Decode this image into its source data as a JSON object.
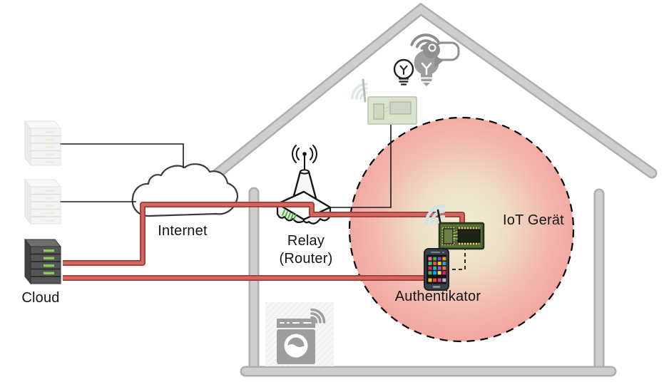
{
  "diagram": {
    "labels": {
      "internet": "Internet",
      "relay_line1": "Relay",
      "relay_line2": "(Router)",
      "cloud": "Cloud",
      "iot_device": "IoT Gerät",
      "authenticator": "Authentikator"
    },
    "colors": {
      "secure_connection_red": "#c0504d",
      "plain_connection_black": "#1a1a1a",
      "house_gray": "#c7c7c7",
      "zone_center": "#eef1d5",
      "zone_edge_pink": "#f1a19b",
      "zone_border": "#000000",
      "pcb_green": "#50682e",
      "wifi_arc_blue": "#cde4eb",
      "led_green": "#8bc95e"
    },
    "icons": [
      "server-icon",
      "server-icon",
      "cloud-server-icon",
      "internet-cloud-icon",
      "antenna-signal-icon",
      "router-icon",
      "iot-board-ghost-icon",
      "iot-board-icon",
      "wifi-signal-icon",
      "smartphone-icon",
      "washing-machine-icon",
      "smart-bulb-icon",
      "house-outline"
    ],
    "connections": [
      {
        "from": "server-1",
        "to": "internet-cloud",
        "type": "plain"
      },
      {
        "from": "server-2",
        "to": "internet-cloud",
        "type": "plain"
      },
      {
        "from": "cloud-server",
        "to": "iot-board",
        "via": [
          "internet-cloud",
          "relay-router"
        ],
        "type": "secure"
      },
      {
        "from": "cloud-server",
        "to": "authenticator-phone",
        "type": "secure"
      },
      {
        "from": "relay-router",
        "to": "iot-board-ghost",
        "type": "plain"
      },
      {
        "from": "authenticator-phone",
        "to": "iot-board",
        "type": "dashed-local"
      }
    ]
  }
}
